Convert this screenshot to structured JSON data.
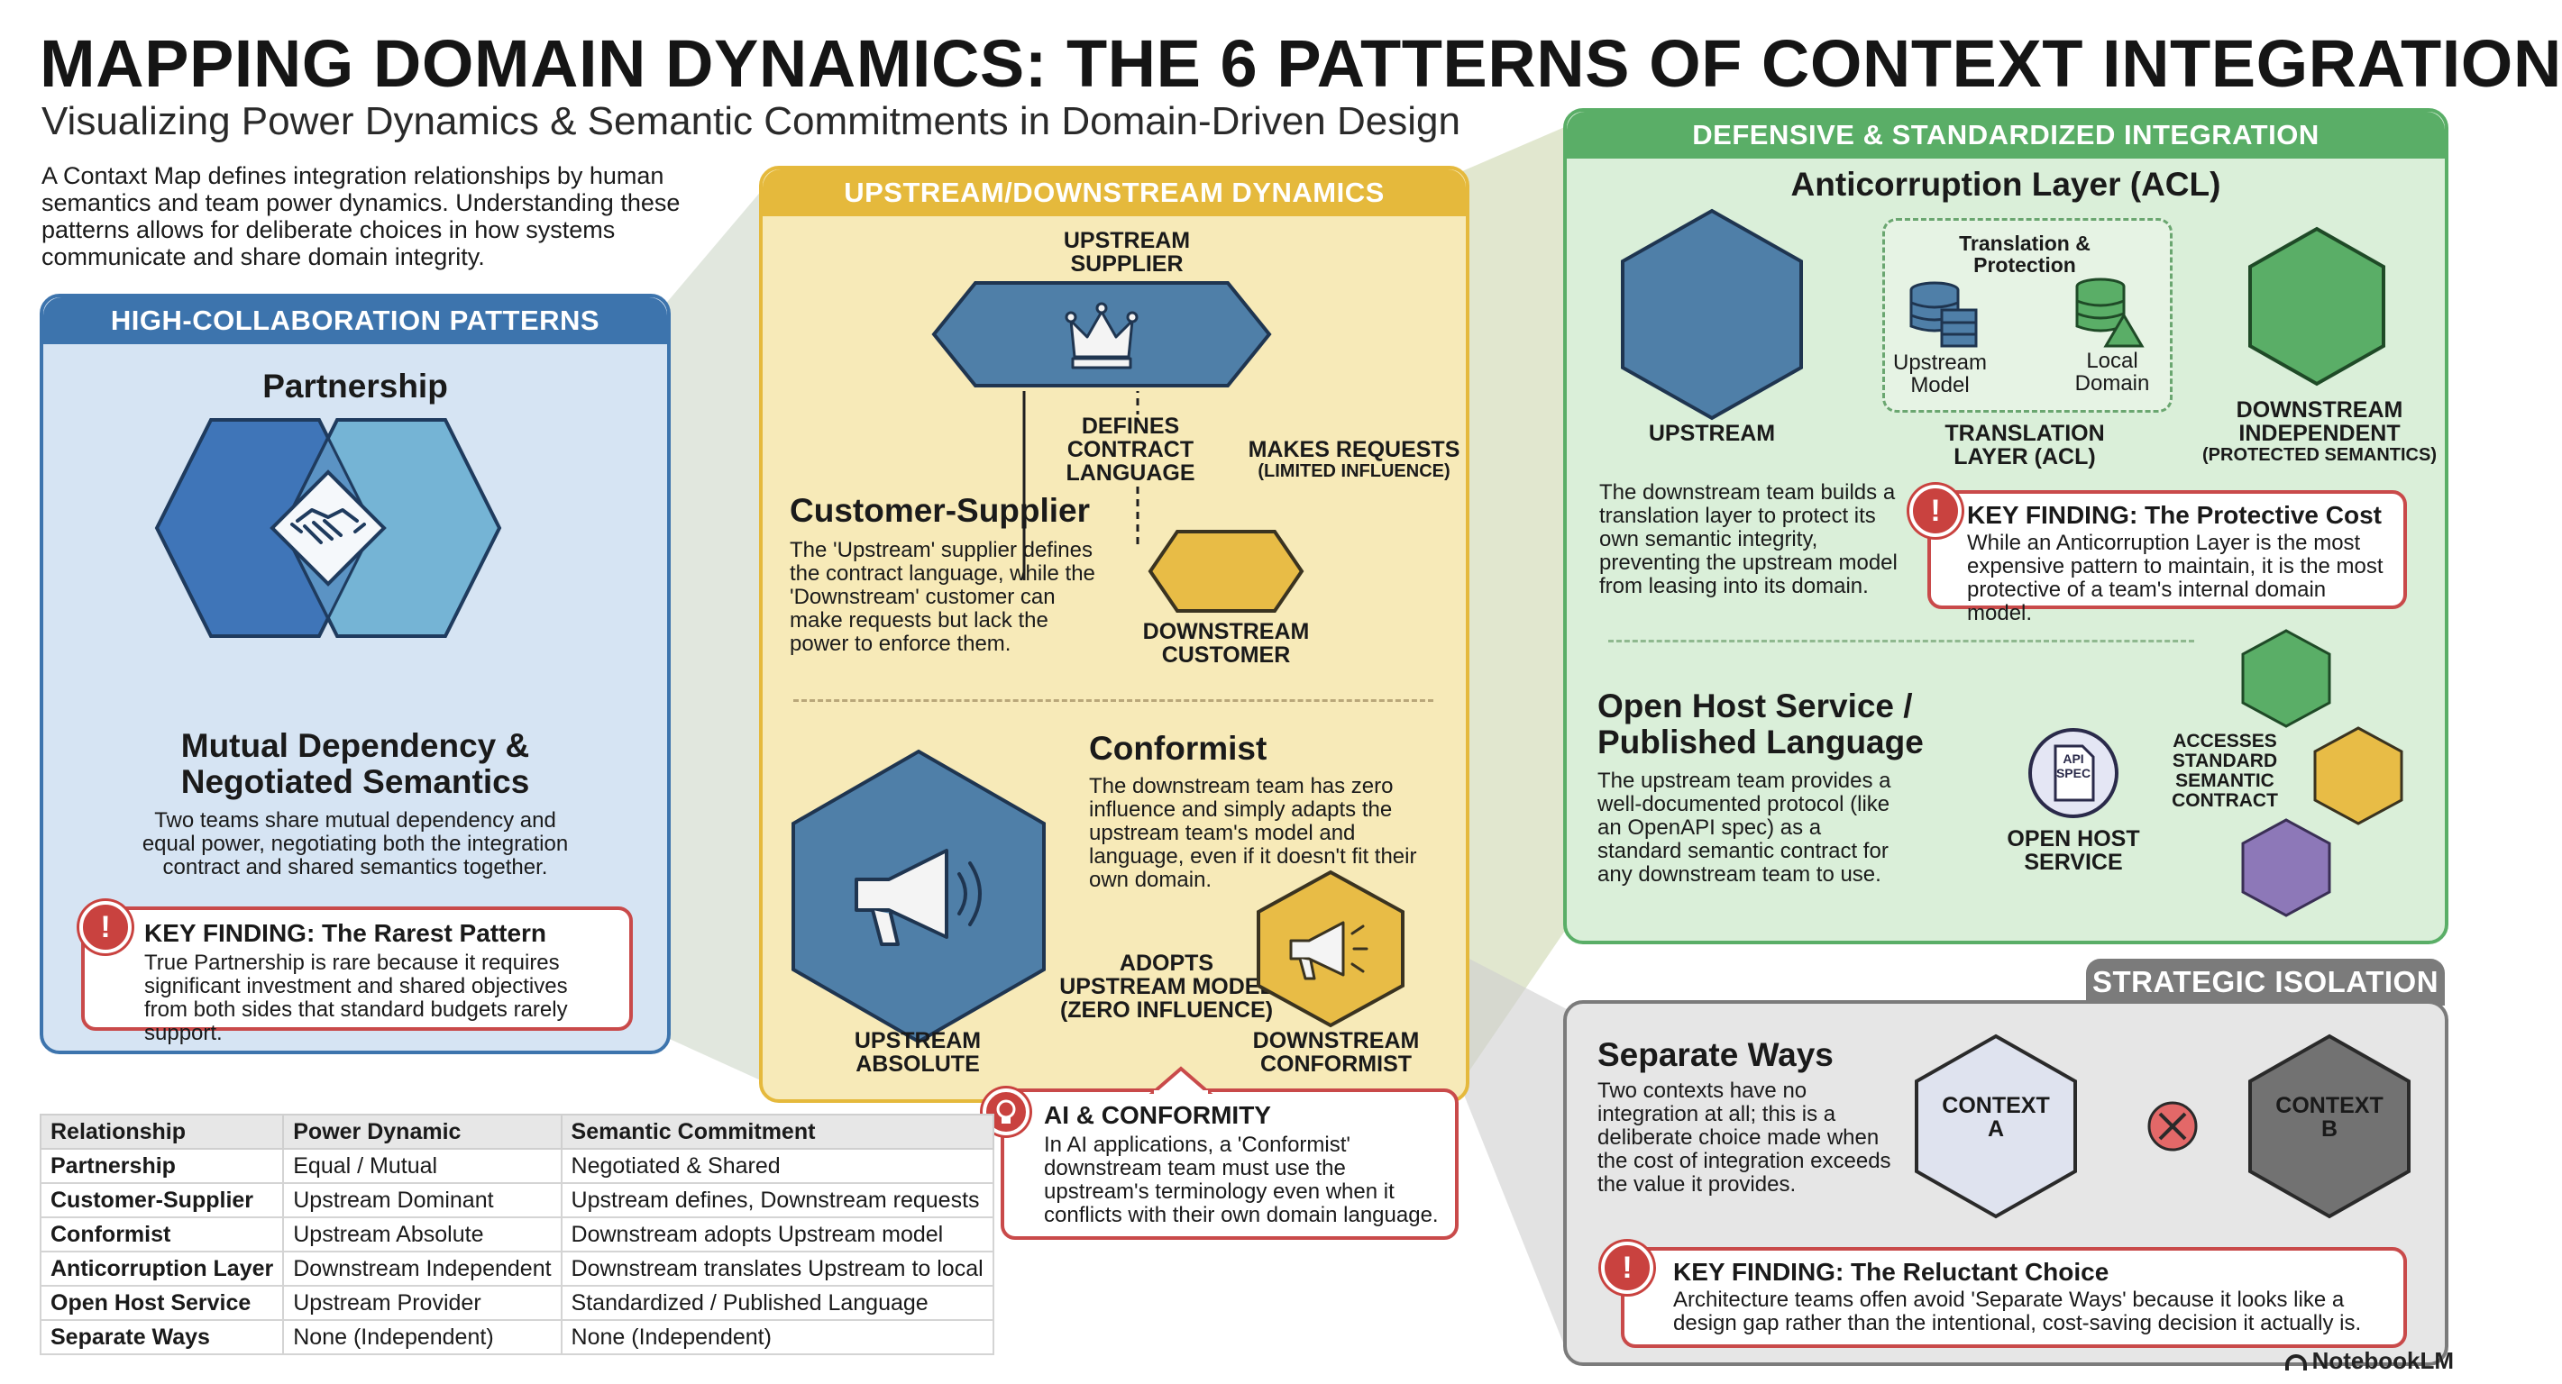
{
  "header": {
    "title": "MAPPING DOMAIN DYNAMICS: THE 6 PATTERNS OF CONTEXT INTEGRATION",
    "subtitle": "Visualizing Power Dynamics & Semantic Commitments in Domain-Driven Design",
    "intro": "A Contaxt Map defines integration relationships by human semantics and team power dynamics. Understanding these patterns allows for deliberate choices in how systems communicate and share domain integrity."
  },
  "collab": {
    "heading": "HIGH-COLLABORATION PATTERNS",
    "title": "Partnership",
    "sub_title_1": "Mutual Dependency &",
    "sub_title_2": "Negotiated Semantics",
    "body": "Two teams share mutual dependency and equal power, negotiating both the integration contract and shared semantics together.",
    "finding_title": "KEY FINDING: The Rarest Pattern",
    "finding_body": "True Partnership is rare because it requires significant investment and shared objectives from both sides that standard budgets rarely support."
  },
  "updown": {
    "heading": "UPSTREAM/DOWNSTREAM DYNAMICS",
    "supplier_1": "UPSTREAM",
    "supplier_2": "SUPPLIER",
    "defines_1": "DEFINES",
    "defines_2": "CONTRACT",
    "defines_3": "LANGUAGE",
    "requests_1": "MAKES REQUESTS",
    "requests_2": "(LIMITED INFLUENCE)",
    "cs_title": "Customer-Supplier",
    "cs_body": "The 'Upstream' supplier defines the contract language, while the 'Downstream' customer can make requests but lack the power to enforce them.",
    "customer_1": "DOWNSTREAM",
    "customer_2": "CUSTOMER",
    "conf_title": "Conformist",
    "conf_body": "The downstream team has zero influence and simply adapts the upstream team's model and language, even if it doesn't fit their own domain.",
    "adopts_1": "ADOPTS",
    "adopts_2": "UPSTREAM MODEL",
    "adopts_3": "(ZERO INFLUENCE)",
    "absolute_1": "UPSTREAM",
    "absolute_2": "ABSOLUTE",
    "conformist_1": "DOWNSTREAM",
    "conformist_2": "CONFORMIST",
    "ai_title": "AI & CONFORMITY",
    "ai_body": "In AI applications, a 'Conformist' downstream team must use the upstream's terminology even when it conflicts with their own domain language."
  },
  "defensive": {
    "heading": "DEFENSIVE & STANDARDIZED INTEGRATION",
    "acl_title": "Anticorruption Layer (ACL)",
    "trans_title_1": "Translation &",
    "trans_title_2": "Protection",
    "upstream_model_1": "Upstream",
    "upstream_model_2": "Model",
    "local_domain_1": "Local",
    "local_domain_2": "Domain",
    "upstream_label": "UPSTREAM",
    "layer_1": "TRANSLATION",
    "layer_2": "LAYER (ACL)",
    "independent_1": "DOWNSTREAM",
    "independent_2": "INDEPENDENT",
    "independent_3": "(PROTECTED SEMANTICS)",
    "acl_body": "The downstream team builds a translation layer to protect its own semantic integrity, preventing the upstream model from leasing into its domain.",
    "finding_title": "KEY FINDING: The Protective Cost",
    "finding_body": "While an Anticorruption Layer is the most expensive pattern to maintain, it is the most protective of a team's internal domain model.",
    "ohs_title_1": "Open Host Service /",
    "ohs_title_2": "Published Language",
    "ohs_body": "The upstream team provides a well-documented protocol (like an OpenAPI spec) as a standard semantic contract for any downstream team to use.",
    "api_icon_text_1": "API",
    "api_icon_text_2": "SPEC",
    "ohs_label_1": "OPEN HOST",
    "ohs_label_2": "SERVICE",
    "accesses_1": "ACCESSES",
    "accesses_2": "STANDARD",
    "accesses_3": "SEMANTIC",
    "accesses_4": "CONTRACT"
  },
  "isolation": {
    "heading": "STRATEGIC ISOLATION",
    "title": "Separate Ways",
    "body": "Two contexts have no integration at all; this is a deliberate choice made when the cost of integration exceeds the value it provides.",
    "context_a_1": "CONTEXT",
    "context_a_2": "A",
    "context_b_1": "CONTEXT",
    "context_b_2": "B",
    "finding_title": "KEY FINDING: The Reluctant Choice",
    "finding_body": "Architecture teams offen avoid 'Separate Ways' because it looks like a design gap rather than the intentional, cost-saving decision it actually is."
  },
  "table": {
    "headers": [
      "Relationship",
      "Power Dynamic",
      "Semantic Commitment"
    ],
    "rows": [
      [
        "Partnership",
        "Equal / Mutual",
        "Negotiated & Shared"
      ],
      [
        "Customer-Supplier",
        "Upstream Dominant",
        "Upstream defines, Downstream requests"
      ],
      [
        "Conformist",
        "Upstream Absolute",
        "Downstream adopts Upstream model"
      ],
      [
        "Anticorruption Layer",
        "Downstream Independent",
        "Downstream translates Upstream to local"
      ],
      [
        "Open Host Service",
        "Upstream Provider",
        "Standardized / Published Language"
      ],
      [
        "Separate Ways",
        "None (Independent)",
        "None (Independent)"
      ]
    ]
  },
  "brand": "NotebookLM",
  "colors": {
    "blue": "#3d74ad",
    "blue_light": "#6aaed1",
    "yellow": "#e5b93c",
    "green": "#5aae67",
    "gray": "#7b7b7b",
    "red": "#c9423f",
    "hex_blue": "#4f7fa8"
  }
}
